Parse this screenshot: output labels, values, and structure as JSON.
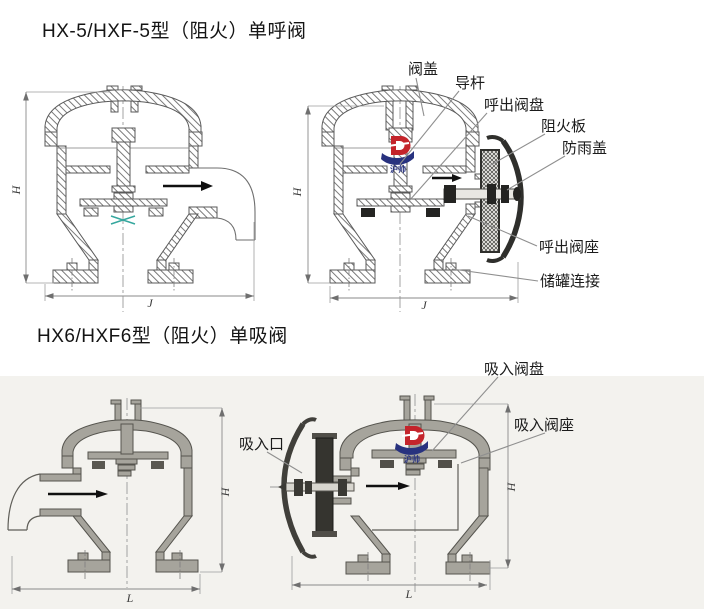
{
  "titles": {
    "exhale": "HX-5/HXF-5型（阻火）单呼阀",
    "suction": "HX6/HXF6型（阻火）单吸阀"
  },
  "exhale_valve": {
    "label_valve_cover": "阀盖",
    "label_guide_rod": "导杆",
    "label_exhale_disc": "呼出阀盘",
    "label_flame_plate": "阻火板",
    "label_rain_cover": "防雨盖",
    "label_exhale_seat": "呼出阀座",
    "label_tank_connection": "储罐连接",
    "dim_height": "H",
    "dim_width": "J"
  },
  "suction_valve": {
    "label_suction_disc": "吸入阀盘",
    "label_suction_inlet": "吸入口",
    "label_suction_seat": "吸入阀座",
    "dim_height": "H",
    "dim_width": "L"
  },
  "watermark": {
    "text": "沪帅",
    "red": "#c4242b",
    "blue": "#28327f"
  },
  "colors": {
    "drawing_line": "#5a5a5a",
    "dim_line": "#8a8a8a",
    "label_text": "#1b1b1b",
    "teal_mark": "#35a79e",
    "scan_gray": "#a6a49c"
  }
}
